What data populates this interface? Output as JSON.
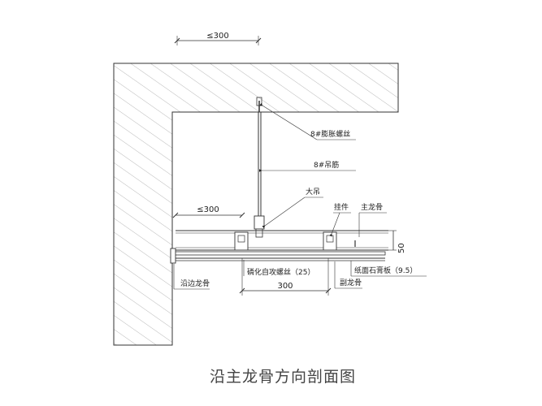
{
  "title": "沿主龙骨方向剖面图",
  "dimensions": {
    "top_spacing": "≤300",
    "mid_spacing": "≤300",
    "bottom_spacing": "300",
    "main_keel_height": "50"
  },
  "labels": {
    "expansion_bolt": "8#膨胀螺丝",
    "hanger_rod": "8#吊筋",
    "hanger": "大吊",
    "pendant": "挂件",
    "main_keel": "主龙骨",
    "phosphated_screw": "磷化自攻螺丝（25）",
    "gypsum_board": "纸面石膏板（9.5）",
    "secondary_keel": "副龙骨",
    "edge_keel": "沿边龙骨"
  }
}
